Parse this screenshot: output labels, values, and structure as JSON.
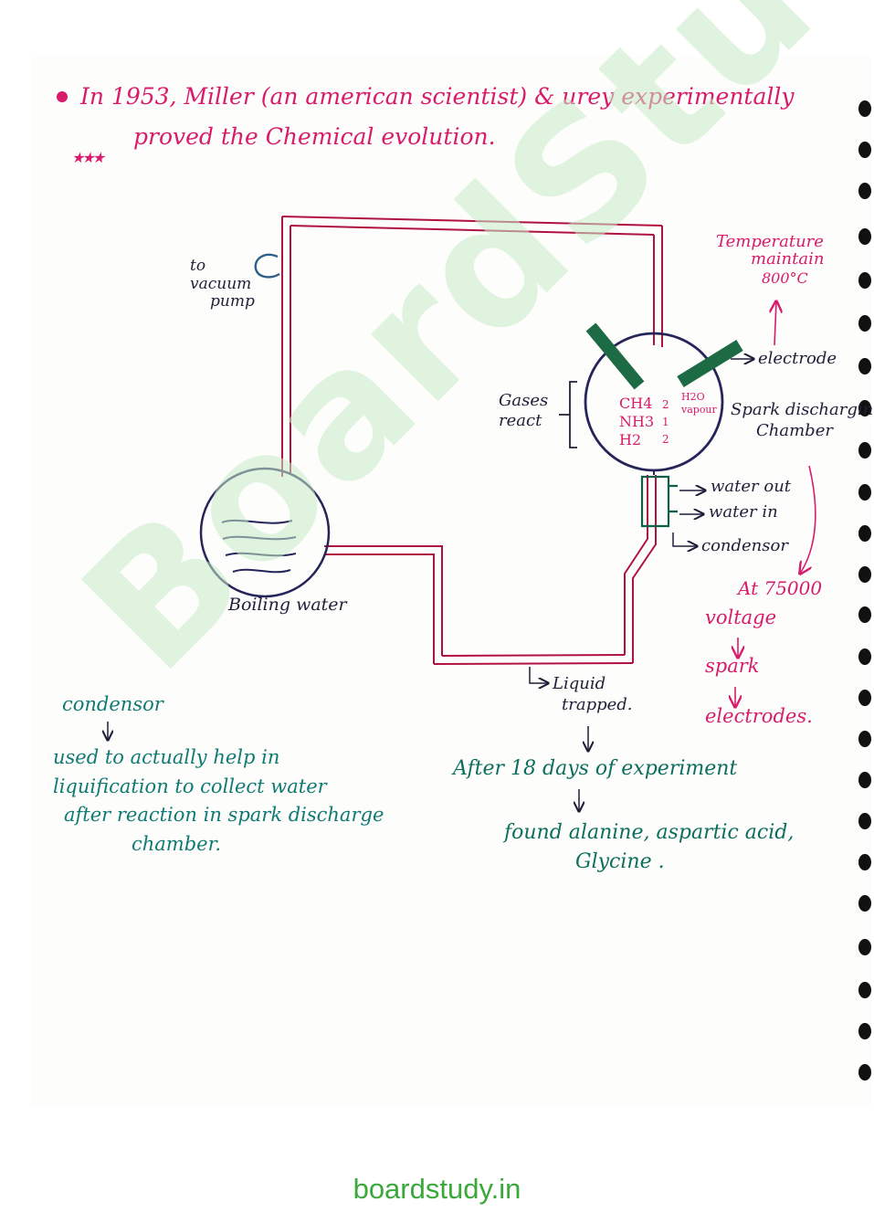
{
  "intro": {
    "line1": "In 1953, Miller (an american scientist) & urey experimentally",
    "line2": "proved the Chemical evolution."
  },
  "stars": "★★★",
  "diagram": {
    "vacuum_label": [
      "to",
      "vacuum",
      "pump"
    ],
    "temperature_label": [
      "Temperature",
      "maintain",
      "800°C"
    ],
    "electrode_label": "electrode",
    "gases_label": [
      "Gases",
      "react"
    ],
    "gases": [
      "CH4",
      "NH3",
      "H2"
    ],
    "ratio": [
      "2",
      "1",
      "2"
    ],
    "water_vapour_label": [
      "H2O",
      "vapour"
    ],
    "chamber_label": [
      "Spark discharging",
      "Chamber"
    ],
    "water_out_label": "water out",
    "water_in_label": "water in",
    "condenser_label": "condensor",
    "voltage_flow": [
      "At 75000",
      "voltage",
      "spark",
      "electrodes."
    ],
    "boiling_label": "Boiling water",
    "liquid_label": [
      "Liquid",
      "trapped."
    ]
  },
  "notes": {
    "condenser_title": "condensor",
    "condenser_desc": [
      "used to actually help in",
      "liquification to collect water",
      "after reaction in spark discharge",
      "chamber."
    ],
    "experiment_line": "After 18 days of experiment",
    "found_line1": "found alanine, aspartic acid,",
    "found_line2": "Glycine ."
  },
  "watermark": "BoardStudy",
  "footer": "boardstudy.in",
  "colors": {
    "pink": "#d81b6a",
    "tube_red": "#b0123f",
    "electrode_green": "#1d6b45",
    "teal_text": "#0f7a74",
    "watermark_green": "#c8ebc9",
    "footer_green": "#3aa93a"
  }
}
